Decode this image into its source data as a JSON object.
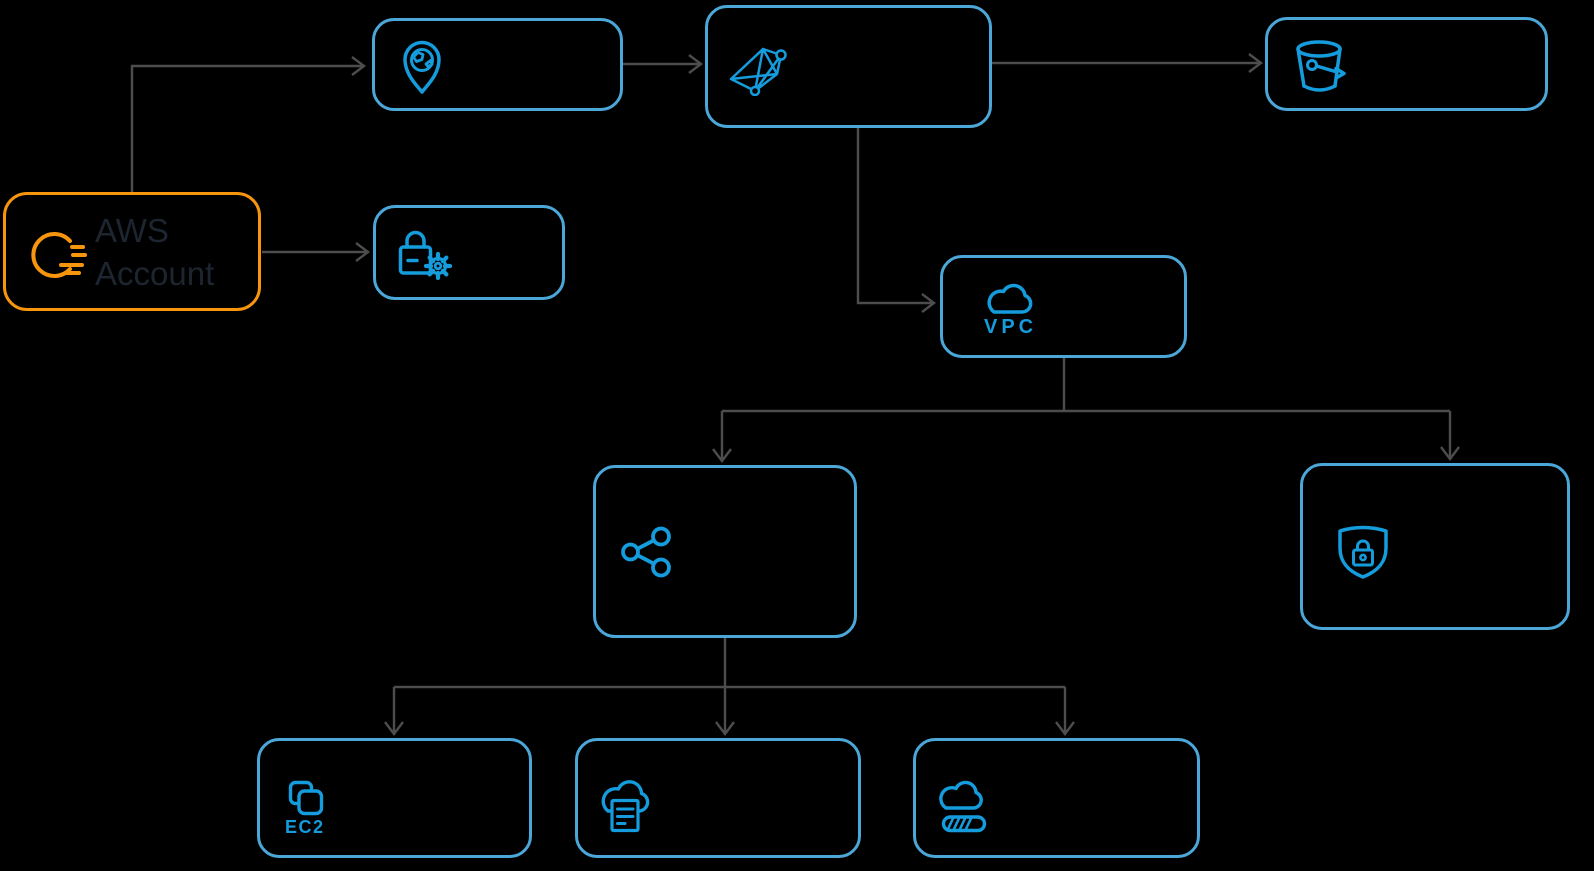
{
  "diagram": {
    "background": "#000000",
    "colors": {
      "node_border_blue": "#4CA7D9",
      "icon_blue": "#149CDC",
      "accent_orange": "#F7950D",
      "connector_gray": "#4D4D4D",
      "account_text": "#1d2530"
    },
    "nodes": {
      "aws_account": {
        "label_lines": [
          "AWS",
          "Account"
        ],
        "icon": "aws-cloud-icon",
        "border": "orange"
      },
      "global": {
        "label": "",
        "icon": "globe-pin-icon",
        "border": "blue"
      },
      "network": {
        "label": "",
        "icon": "network-mesh-icon",
        "border": "blue"
      },
      "bucket": {
        "label": "",
        "icon": "storage-bucket-icon",
        "border": "blue"
      },
      "identity": {
        "label": "",
        "icon": "lock-gear-icon",
        "border": "blue"
      },
      "vpc": {
        "label": "VPC",
        "icon": "cloud-icon",
        "border": "blue"
      },
      "share": {
        "label": "",
        "icon": "share-nodes-icon",
        "border": "blue"
      },
      "security": {
        "label": "",
        "icon": "shield-lock-icon",
        "border": "blue"
      },
      "ec2": {
        "label": "EC2",
        "icon": "overlapping-squares-icon",
        "border": "blue"
      },
      "cloud_document": {
        "label": "",
        "icon": "cloud-document-icon",
        "border": "blue"
      },
      "cloud_progress": {
        "label": "",
        "icon": "cloud-progress-icon",
        "border": "blue"
      }
    },
    "edges": [
      "aws_account -> global",
      "aws_account -> identity",
      "global -> network",
      "network -> bucket",
      "network -> vpc",
      "vpc -> share",
      "vpc -> security",
      "share -> ec2",
      "share -> cloud_document",
      "share -> cloud_progress"
    ]
  }
}
